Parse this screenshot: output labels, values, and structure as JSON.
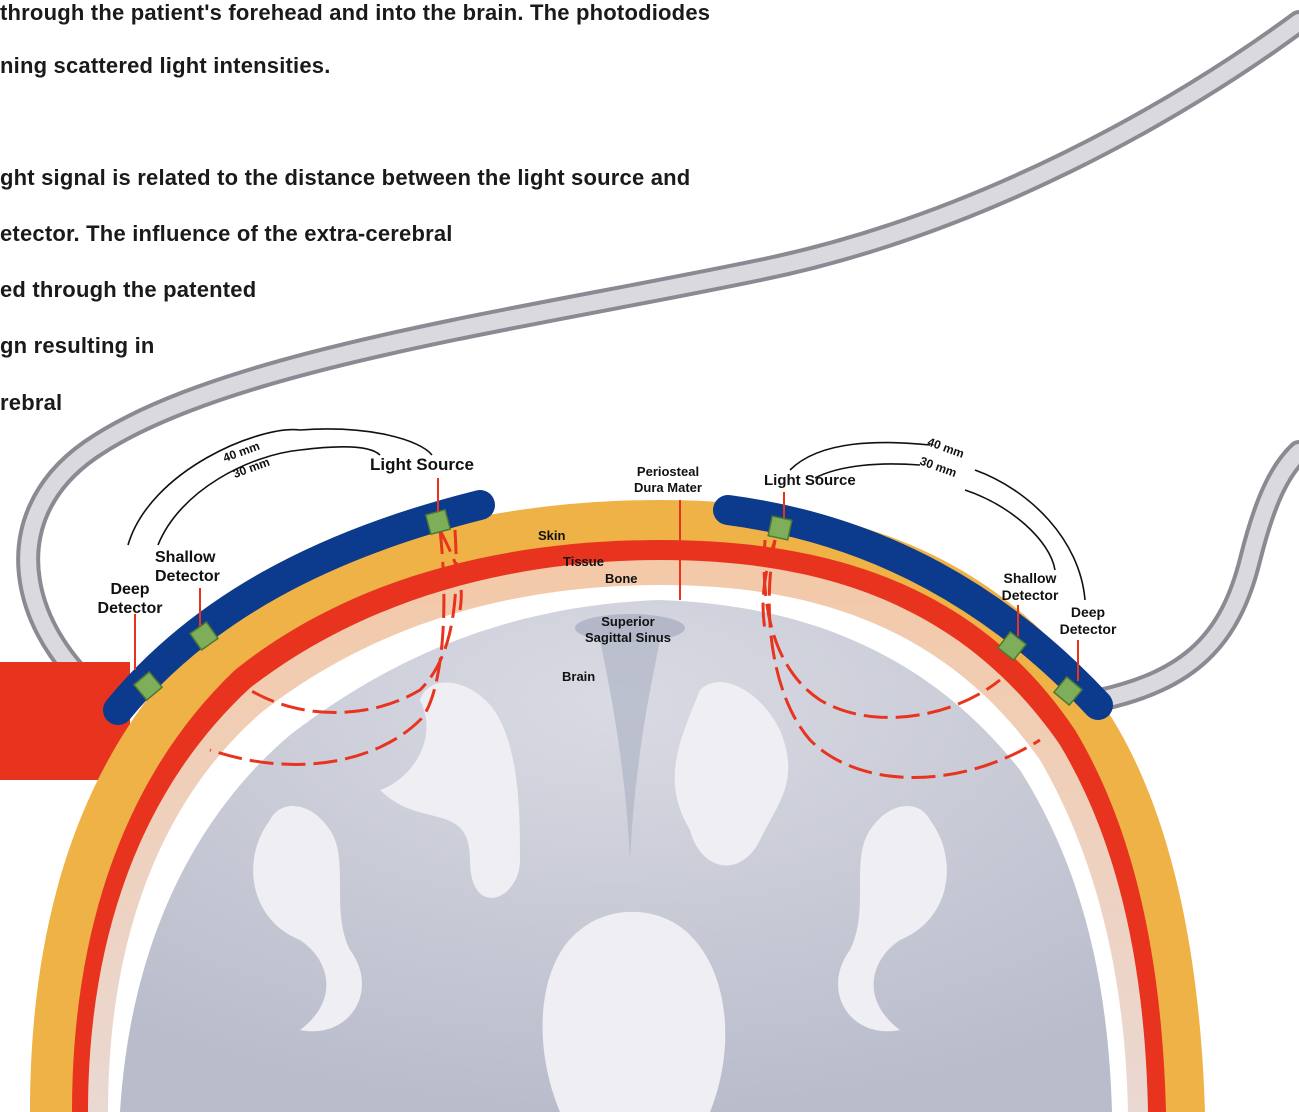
{
  "text_lines": [
    "through the patient's forehead and into the brain. The photodiodes",
    "ning scattered light intensities.",
    "ght signal is related to the distance between the light source and",
    "etector. The influence of the extra-cerebral",
    "ed through the patented",
    "gn resulting in",
    "rebral"
  ],
  "labels": {
    "light_source_left": "Light Source",
    "light_source_right": "Light Source",
    "deep_detector_left": "Deep\nDetector",
    "shallow_detector_left": "Shallow\nDetector",
    "shallow_detector_right": "Shallow\nDetector",
    "deep_detector_right": "Deep\nDetector",
    "dist_40_left": "40 mm",
    "dist_30_left": "30 mm",
    "dist_40_right": "40 mm",
    "dist_30_right": "30 mm",
    "periosteal": "Periosteal\nDura Mater",
    "skin": "Skin",
    "tissue": "Tissue",
    "bone": "Bone",
    "sinus": "Superior\nSagittal Sinus",
    "brain": "Brain"
  },
  "colors": {
    "sensor_blue": "#0c3a8c",
    "skin_orange": "#efb246",
    "bone_red": "#e8341e",
    "brain_gray": "#c9cbd6",
    "detector_green": "#7fae5a",
    "cable_gray": "#b8b8bc"
  }
}
